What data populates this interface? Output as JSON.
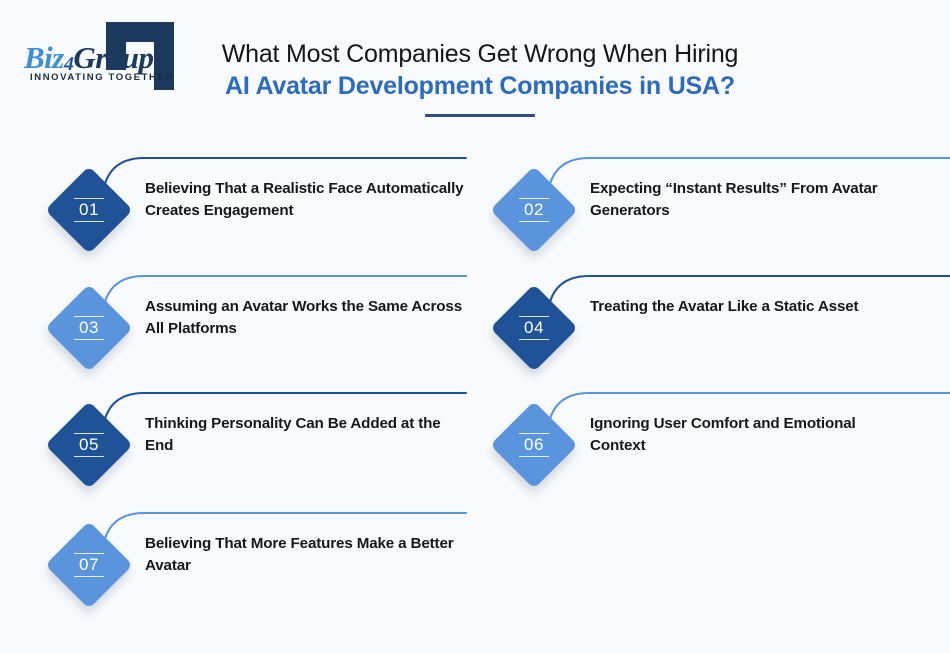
{
  "background_color": "#f8fafc",
  "logo": {
    "name_part1": "Biz",
    "name_part2": "4",
    "name_part3": "Group",
    "tagline": "INNOVATING TOGETHER",
    "bracket_color": "#1c3a5e"
  },
  "header": {
    "title_line1": "What Most Companies Get Wrong When Hiring",
    "title_line2": "AI Avatar Development Companies in USA?",
    "title_line1_color": "#14161a",
    "title_line2_color": "#2c6bbd",
    "rule_color": "#2d4f7c"
  },
  "palette": {
    "dark_blue": "#1f5296",
    "light_blue": "#5a94dd",
    "text_dark": "#16181c"
  },
  "items": [
    {
      "number": "01",
      "text": "Believing That a Realistic Face Automatically Creates Engagement",
      "tone": "dark",
      "column": "left",
      "row": 0
    },
    {
      "number": "02",
      "text": "Expecting “Instant Results” From Avatar Generators",
      "tone": "light",
      "column": "right",
      "row": 0
    },
    {
      "number": "03",
      "text": "Assuming an Avatar Works the Same Across All Platforms",
      "tone": "light",
      "column": "left",
      "row": 1
    },
    {
      "number": "04",
      "text": "Treating the Avatar Like a Static Asset",
      "tone": "dark",
      "column": "right",
      "row": 1
    },
    {
      "number": "05",
      "text": "Thinking Personality Can Be Added at the End",
      "tone": "dark",
      "column": "left",
      "row": 2
    },
    {
      "number": "06",
      "text": "Ignoring User Comfort and Emotional Context",
      "tone": "light",
      "column": "right",
      "row": 2
    },
    {
      "number": "07",
      "text": "Believing That More Features Make a Better Avatar",
      "tone": "light",
      "column": "left",
      "row": 3
    }
  ]
}
